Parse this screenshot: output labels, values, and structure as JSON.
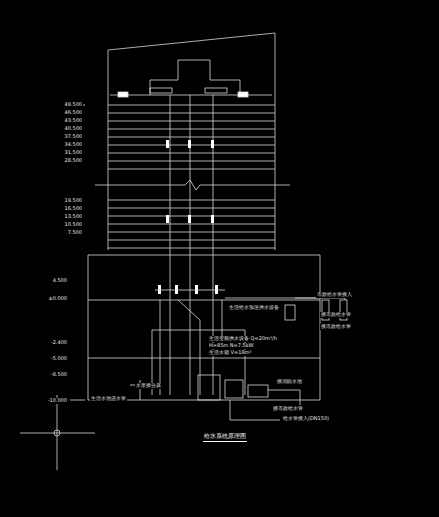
{
  "diagram": {
    "title": "给水系统原理图",
    "labels": [
      "49.500",
      "46.500",
      "43.500",
      "40.500",
      "37.500",
      "34.500",
      "31.500",
      "28.500",
      "19.500",
      "16.500",
      "13.500",
      "10.500",
      "7.500",
      "4.500",
      "±0.000",
      "-2.400",
      "-5.000",
      "-8.500",
      "-10.000",
      "市政给水管接入",
      "接市政给水管",
      "接市政给水管",
      "生活给水加压供水设备",
      "生活变频供水设备 Q=20m³/h",
      "H=85m N=7.5kW",
      "生活水箱 V=18m³",
      "水泵接合器",
      "接消防水池",
      "生活水池进水管",
      "给水管接入(DN150)",
      "接市政给水管"
    ]
  }
}
